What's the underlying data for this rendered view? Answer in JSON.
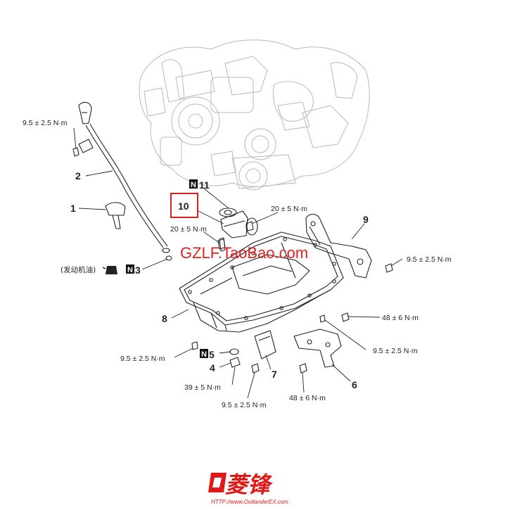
{
  "callouts": {
    "torque_dipstick_bolt": "9.5 ± 2.5 N·m",
    "part_2": "2",
    "part_1": "1",
    "engine_oil": "(发动机油)",
    "n_badge": "N",
    "part_3": "3",
    "part_11": "11",
    "part_10": "10",
    "torque_strainer_bolt": "20 ± 5 N·m",
    "torque_pickup_bolt": "20 ± 5 N·m",
    "part_9": "9",
    "torque_gasket_bolt": "9.5 ± 2.5 N·m",
    "part_8": "8",
    "torque_48_upper": "48 ± 6 N·m",
    "torque_pan_right": "9.5 ± 2.5 N·m",
    "torque_pan_left": "9.5 ± 2.5 N·m",
    "part_5": "5",
    "part_4": "4",
    "part_7": "7",
    "torque_drain_plug": "39 ± 5 N·m",
    "torque_cover_bolt": "9.5 ± 2.5 N·m",
    "part_6": "6",
    "torque_48_lower": "48 ± 6 N·m"
  },
  "watermark": {
    "text": "GZLF.TaoBao.com",
    "color": "#e02020"
  },
  "logo": {
    "text": "菱锋",
    "url": "HTTP://www.OutlanderEX.com",
    "color": "#e01818"
  },
  "highlight_color": "#d42020"
}
